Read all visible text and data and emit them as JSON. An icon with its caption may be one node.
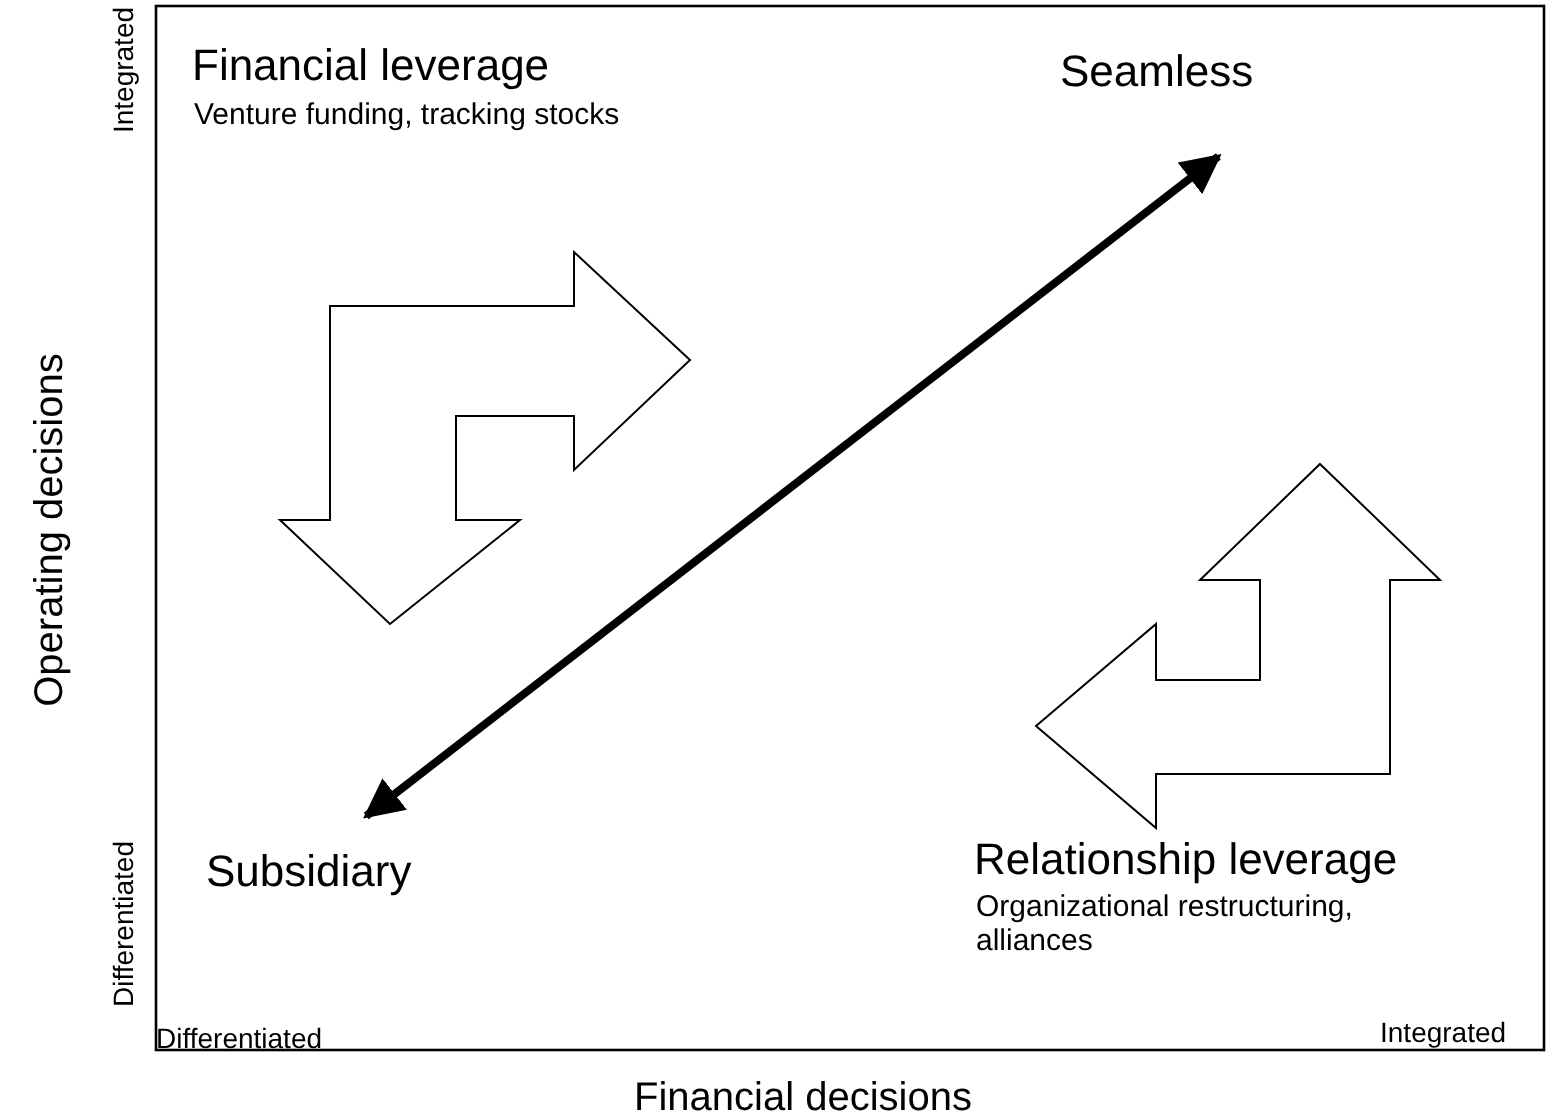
{
  "diagram": {
    "nodes": [
      {
        "text": [
          "Seamless"
        ]
      },
      {
        "text": [
          "Subsidiary"
        ]
      }
    ],
    "edges": [
      {
        "from": 1,
        "to": 0,
        "arrow": "both"
      }
    ],
    "labels": [
      "Integrated",
      "Financial leverage",
      "Venture funding, tracking stocks",
      "Operating decisions",
      "Differentiated",
      "Relationship leverage",
      "Organizational restructuring, alliances",
      "Differentiated",
      "Integrated",
      "Financial decisions"
    ]
  }
}
